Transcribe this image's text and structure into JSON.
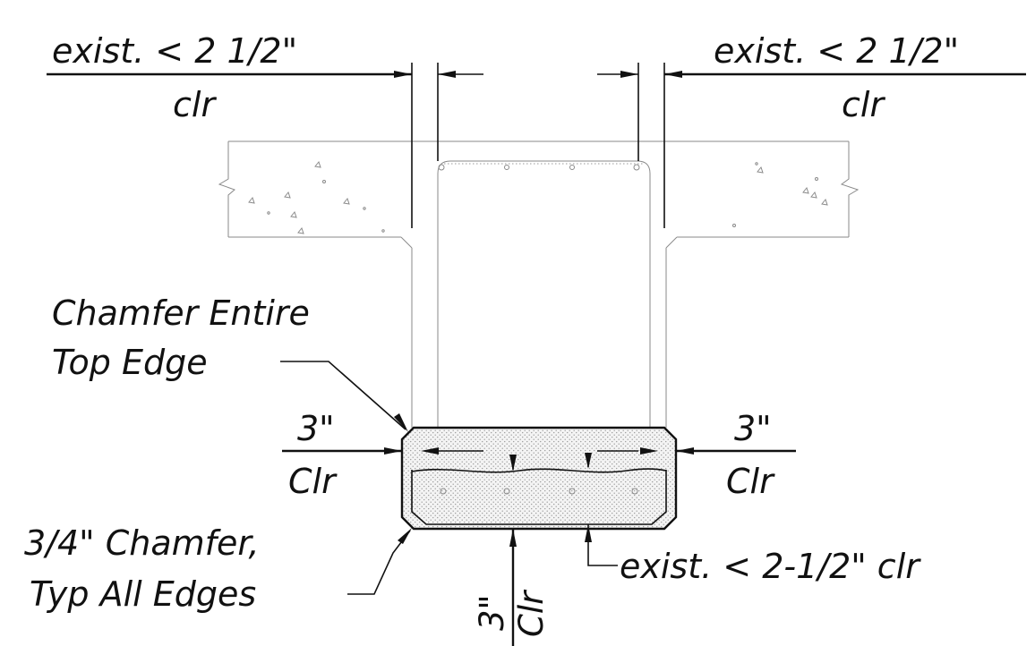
{
  "labels": {
    "exist_left_top": "exist. < 2 1/2\"",
    "exist_left_bottom": "clr",
    "exist_right_top": "exist. < 2 1/2\"",
    "exist_right_bottom": "clr",
    "chamfer_top_line1": "Chamfer Entire",
    "chamfer_top_line2": "Top Edge",
    "left_clr_top": "3\"",
    "left_clr_bottom": "Clr",
    "right_clr_top": "3\"",
    "right_clr_bottom": "Clr",
    "chamfer_typ_line1": "3/4\" Chamfer,",
    "chamfer_typ_line2": "Typ All Edges",
    "exist_bottom": "exist. < 2-1/2\" clr",
    "bottom_clr_top": "3\"",
    "bottom_clr_bottom": "Clr"
  },
  "colors": {
    "line": "#111111",
    "existing_concrete": "#8a8a8a",
    "new_concrete_stipple": "#d9d9d9"
  }
}
